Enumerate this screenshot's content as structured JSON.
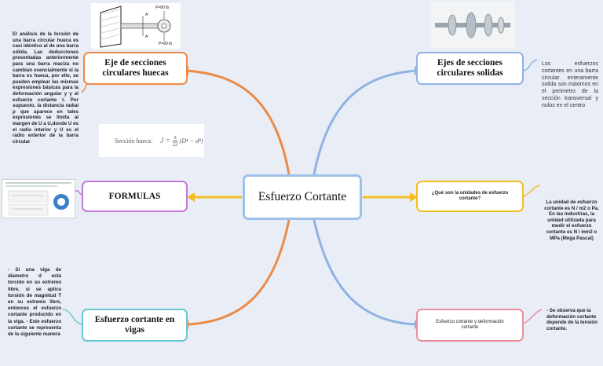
{
  "central": {
    "label": "Esfuerzo Cortante"
  },
  "nodes": {
    "hollow": {
      "label": "Eje de secciones circulares huecas"
    },
    "formulas": {
      "label": "FORMULAS"
    },
    "beams": {
      "label": "Esfuerzo cortante en vigas"
    },
    "solid": {
      "label": "Ejes de secciones circulares solidas"
    },
    "units": {
      "label": "¿Qué son la unidades de esfuerzo cortante?"
    },
    "deformation": {
      "label": "Esfuerzo cortante y deformación cortante"
    }
  },
  "notes": {
    "hollow": "El análisis de la torsión de una barra circular hueca es casi idéntico al de una barra sólida. Las deducciones presentadas anteriormente para una barra maciza no cambian esencialmente si la barra es hueca, por ello, se pueden emplear las mismas expresiones básicas para la deformación angular y γ el esfuerzo cortante τ. Por supuesto, la distancia radial ρ que aparece en tales expresiones se limita al margen de U a U,donde U es el radio interior y U es el radio exterior de la barra circular",
    "beams": "- Si una viga de diámetro d está torcido en su extremo libre, si se aplica torsión de magnitud T en su extremo libre, entonces el esfuerzo cortante producido en la viga. - Este esfuerzo cortante se representa de la siguiente manera",
    "solid": "Los esfuerzos cortantes en una barra circular enteramente solida son máximos en el perimetro de la sección transversal y nulos en el centro",
    "units": "La unidad de esfuerzo cortante es N / m2 o Pa. En las industrias, la unidad utilizada para medir el esfuerzo cortante es N / mm2 o MPa (Mega Pascal)",
    "deformation": "- Se observa que la deformación cortante depende de la tensión cortante."
  },
  "images": {
    "hollow_diagram": {
      "force_top": "P=80 lb",
      "force_bottom": "P=80 lb",
      "label_a1": "A",
      "label_a2": "A"
    },
    "formula": {
      "label": "Sección hueca:",
      "lhs": "J =",
      "num": "π",
      "den": "32",
      "rhs": "(D⁴ − d⁴)"
    }
  },
  "colors": {
    "orange": "#ec8a45",
    "gold": "#f2bd22",
    "purple": "#c07ad8",
    "teal": "#6cc8d2",
    "blue": "#8fb2e4",
    "pink": "#eb8f9d",
    "central_border": "#9ec0ea"
  }
}
